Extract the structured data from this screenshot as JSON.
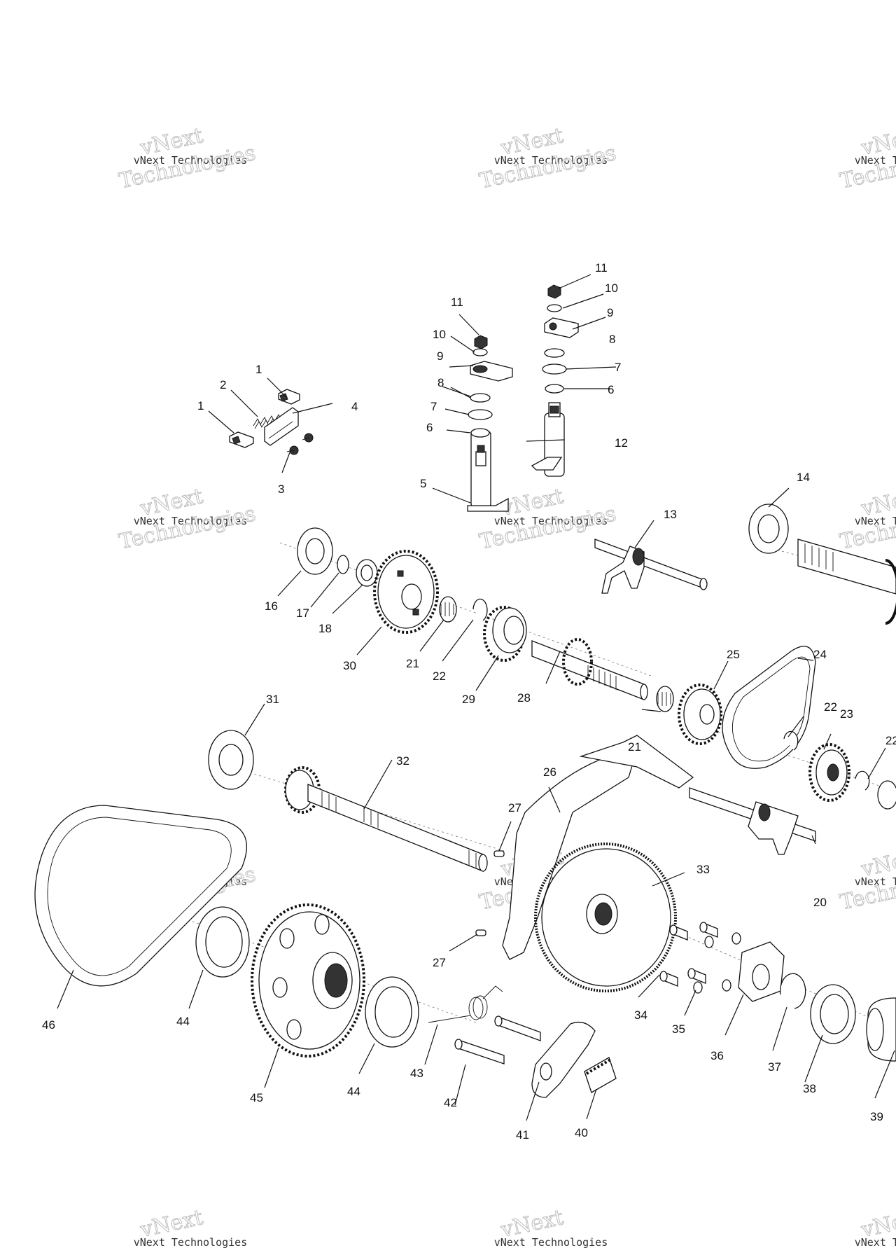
{
  "watermark": {
    "line1": "vNext",
    "line2": "vNext Technologies",
    "line3": "Technologies"
  },
  "callouts": [
    {
      "id": "c1a",
      "text": "1"
    },
    {
      "id": "c1b",
      "text": "1"
    },
    {
      "id": "c2",
      "text": "2"
    },
    {
      "id": "c3",
      "text": "3"
    },
    {
      "id": "c4",
      "text": "4"
    },
    {
      "id": "c5",
      "text": "5"
    },
    {
      "id": "c6a",
      "text": "6"
    },
    {
      "id": "c6b",
      "text": "6"
    },
    {
      "id": "c7a",
      "text": "7"
    },
    {
      "id": "c7b",
      "text": "7"
    },
    {
      "id": "c8a",
      "text": "8"
    },
    {
      "id": "c8b",
      "text": "8"
    },
    {
      "id": "c9a",
      "text": "9"
    },
    {
      "id": "c9b",
      "text": "9"
    },
    {
      "id": "c10a",
      "text": "10"
    },
    {
      "id": "c10b",
      "text": "10"
    },
    {
      "id": "c11a",
      "text": "11"
    },
    {
      "id": "c11b",
      "text": "11"
    },
    {
      "id": "c12",
      "text": "12"
    },
    {
      "id": "c13",
      "text": "13"
    },
    {
      "id": "c14",
      "text": "14"
    },
    {
      "id": "c16",
      "text": "16"
    },
    {
      "id": "c17",
      "text": "17"
    },
    {
      "id": "c18",
      "text": "18"
    },
    {
      "id": "c20",
      "text": "20"
    },
    {
      "id": "c21a",
      "text": "21"
    },
    {
      "id": "c21b",
      "text": "21"
    },
    {
      "id": "c22a",
      "text": "22"
    },
    {
      "id": "c22b",
      "text": "22"
    },
    {
      "id": "c22c",
      "text": "22"
    },
    {
      "id": "c23",
      "text": "23"
    },
    {
      "id": "c24",
      "text": "24"
    },
    {
      "id": "c25",
      "text": "25"
    },
    {
      "id": "c26",
      "text": "26"
    },
    {
      "id": "c27a",
      "text": "27"
    },
    {
      "id": "c27b",
      "text": "27"
    },
    {
      "id": "c28",
      "text": "28"
    },
    {
      "id": "c29",
      "text": "29"
    },
    {
      "id": "c30",
      "text": "30"
    },
    {
      "id": "c31",
      "text": "31"
    },
    {
      "id": "c32",
      "text": "32"
    },
    {
      "id": "c33",
      "text": "33"
    },
    {
      "id": "c34",
      "text": "34"
    },
    {
      "id": "c35",
      "text": "35"
    },
    {
      "id": "c36",
      "text": "36"
    },
    {
      "id": "c37",
      "text": "37"
    },
    {
      "id": "c38",
      "text": "38"
    },
    {
      "id": "c39",
      "text": "39"
    },
    {
      "id": "c40",
      "text": "40"
    },
    {
      "id": "c41",
      "text": "41"
    },
    {
      "id": "c42",
      "text": "42"
    },
    {
      "id": "c43",
      "text": "43"
    },
    {
      "id": "c44a",
      "text": "44"
    },
    {
      "id": "c44b",
      "text": "44"
    },
    {
      "id": "c45",
      "text": "45"
    },
    {
      "id": "c46",
      "text": "46"
    }
  ]
}
